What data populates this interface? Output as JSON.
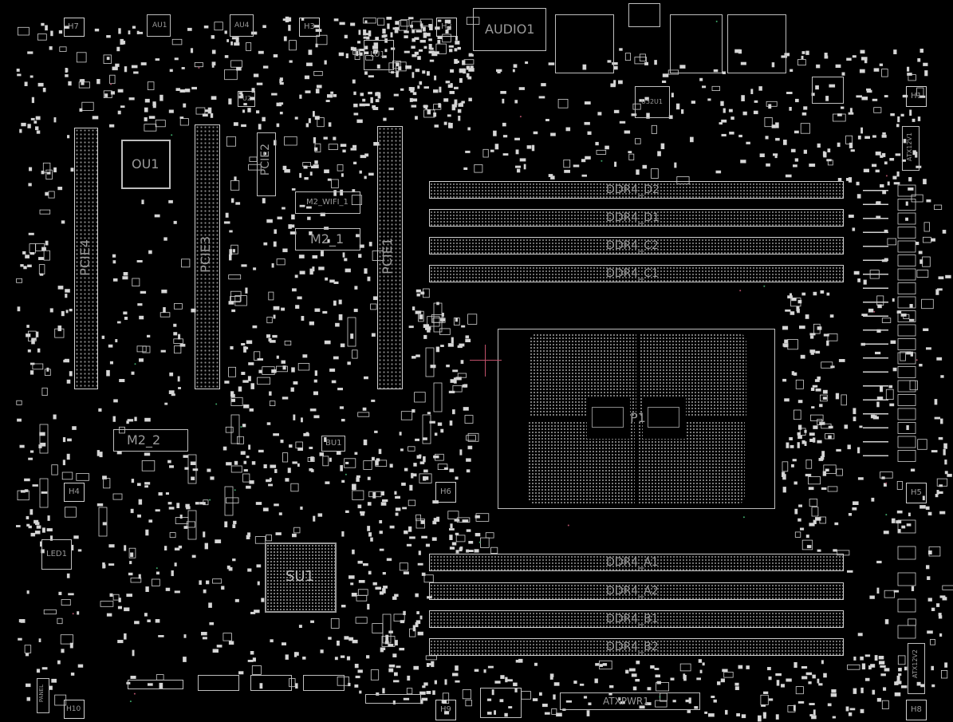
{
  "labels": {
    "pcie1": "PCIE1",
    "pcie2": "PCIE2",
    "pcie3": "PCIE3",
    "pcie4": "PCIE4",
    "ou1": "OU1",
    "m2_wifi": "M2_WIFI_1",
    "m2_1": "M2_1",
    "m2_2": "M2_2",
    "su1": "SU1",
    "bu1": "BU1",
    "p1": "P1",
    "audio": "AUDIO1",
    "lu1": "LU1",
    "atxpwr": "ATXPWR1",
    "atx12v1": "ATX12V1",
    "atx12v2": "ATX12V2",
    "led1": "LED1",
    "u32u1": "U32U1",
    "au1": "AU1",
    "au4": "AU4",
    "u2": "U2",
    "panel": "PANEL",
    "mem_top": [
      "DDR4_D2",
      "DDR4_D1",
      "DDR4_C2",
      "DDR4_C1"
    ],
    "mem_bottom": [
      "DDR4_A1",
      "DDR4_A2",
      "DDR4_B1",
      "DDR4_B2"
    ],
    "holes": [
      "H7",
      "H3",
      "H2",
      "H1",
      "H4",
      "H6",
      "H5",
      "H9",
      "H10",
      "H8"
    ]
  }
}
